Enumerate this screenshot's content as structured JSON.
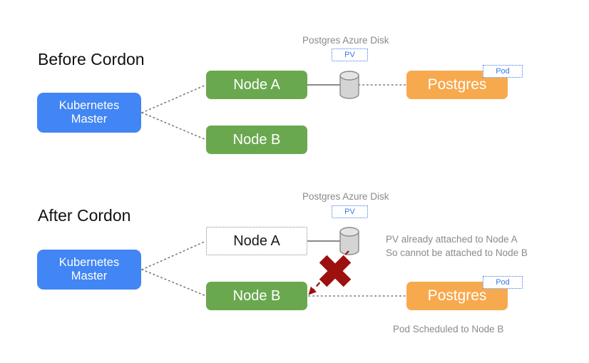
{
  "diagram": {
    "title_before": "Before Cordon",
    "title_after": "After Cordon",
    "colors": {
      "master_blue": "#4285f4",
      "node_green": "#6aa84f",
      "postgres_orange": "#f7a94e",
      "badge_blue": "#3b78e7",
      "disk_gray": "#d4d4d4",
      "error_red": "#9c1010",
      "caption_gray": "#8a8a8a",
      "heading_black": "#111111"
    }
  },
  "before": {
    "heading": "Before Cordon",
    "master_label": "Kubernetes\nMaster",
    "master_line1": "Kubernetes",
    "master_line2": "Master",
    "node_a": "Node A",
    "node_b": "Node B",
    "disk_label": "Postgres Azure Disk",
    "pv_badge": "PV",
    "pod_badge": "Pod",
    "postgres": "Postgres"
  },
  "after": {
    "heading": "After Cordon",
    "master_line1": "Kubernetes",
    "master_line2": "Master",
    "node_a": "Node A",
    "node_b": "Node B",
    "disk_label": "Postgres Azure Disk",
    "pv_badge": "PV",
    "pod_badge": "Pod",
    "postgres": "Postgres",
    "annotation_line1": "PV already attached to Node A",
    "annotation_line2": "So cannot be attached to Node B",
    "footer_caption": "Pod Scheduled to Node B"
  }
}
